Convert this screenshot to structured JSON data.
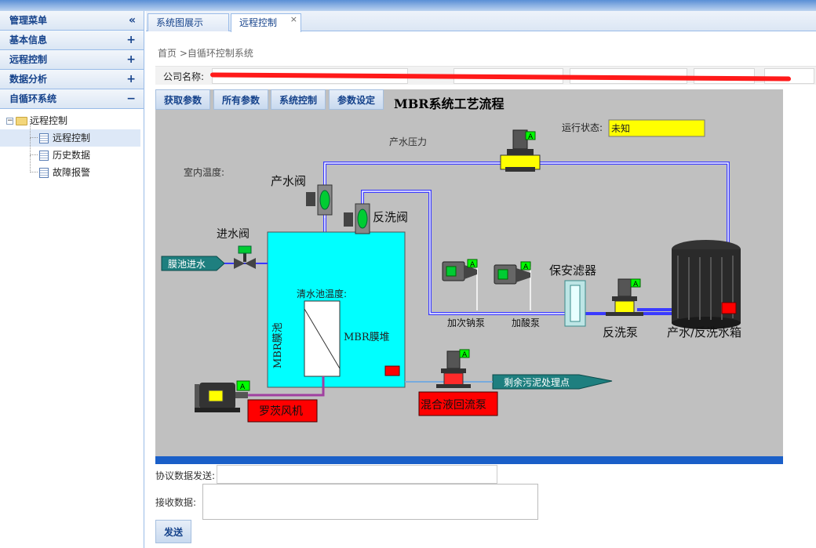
{
  "sidebar": {
    "title": "管理菜单",
    "collapse_glyph": "«",
    "sections": [
      {
        "label": "基本信息",
        "ctrl": "+"
      },
      {
        "label": "远程控制",
        "ctrl": "+"
      },
      {
        "label": "数据分析",
        "ctrl": "+"
      },
      {
        "label": "自循环系统",
        "ctrl": "−"
      }
    ],
    "tree": {
      "toggle": "−",
      "root": "远程控制",
      "children": [
        "远程控制",
        "历史数据",
        "故障报警"
      ]
    }
  },
  "tabs": [
    {
      "label": "系统图展示",
      "active": false
    },
    {
      "label": "远程控制",
      "active": true,
      "close": "×"
    }
  ],
  "breadcrumb": "首页 >自循环控制系统",
  "company": {
    "label": "公司名称:"
  },
  "toolbar": {
    "get_params": "获取参数",
    "all_params": "所有参数",
    "system_control": "系统控制",
    "param_settings": "参数设定"
  },
  "diagram": {
    "title": "MBR系统工艺流程",
    "run_status_label": "运行状态:",
    "run_status_value": "未知",
    "product_pressure": "产水压力",
    "indoor_temp": "室内温度:",
    "product_valve": "产水阀",
    "backwash_valve": "反洗阀",
    "inlet_valve": "进水阀",
    "membrane_inlet": "膜池进水",
    "clear_pool_temp": "清水池温度:",
    "mbr_pool": "MBR膜池",
    "mbr_stack": "MBR膜堆",
    "naclo_pump": "加次钠泵",
    "acid_pump": "加酸泵",
    "security_filter": "保安滤器",
    "backwash_pump": "反洗泵",
    "tank": "产水/反洗水箱",
    "sludge": "剩余污泥处理点",
    "blower": "罗茨风机",
    "mixed_pump": "混合液回流泵",
    "auto_badge": "A",
    "colors": {
      "panel": "#c0c0c0",
      "pipe_blue": "#3a3aff",
      "pool": "#00ffff",
      "status_bg": "#ffff00",
      "alarm_red": "#ff0000",
      "teal_arrow": "#1e7f7f",
      "pipe_purple": "#a040a0"
    }
  },
  "form": {
    "send_label": "协议数据发送:",
    "recv_label": "接收数据:",
    "send_button": "发送"
  }
}
